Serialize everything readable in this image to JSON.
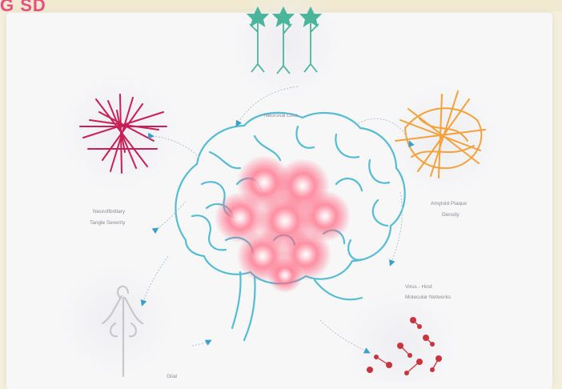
{
  "header": {
    "corner_text": "G SD"
  },
  "labels": {
    "neuronal_loss": "Neuronal Loss",
    "amyloid_line1": "Amyloid Plaque",
    "amyloid_line2": "Density",
    "tangle_line1": "Neurofibrillary",
    "tangle_line2": "Tangle Severity",
    "virus_line1": "Virus - Host",
    "virus_line2": "Molecular Networks",
    "bottom_label": "Glial"
  },
  "colors": {
    "brain_outline": "#55bcd3",
    "hotspot": "#ff5d7a",
    "tangle": "#c71f56",
    "amyloid": "#f4a13a",
    "neuron": "#4bb59b",
    "virus": "#c8353f",
    "arrow": "#3a9fc9"
  }
}
